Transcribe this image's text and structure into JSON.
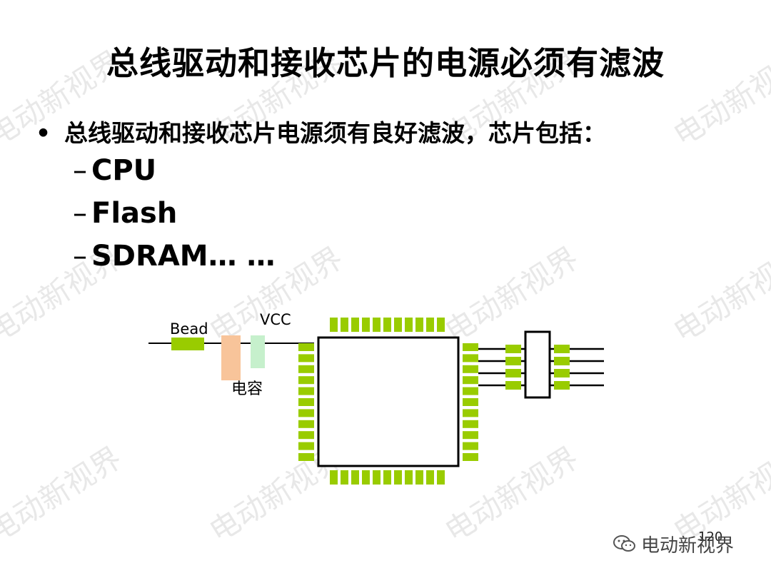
{
  "slide": {
    "title": "总线驱动和接收芯片的电源必须有滤波",
    "bullet": "总线驱动和接收芯片电源须有良好滤波，芯片包括：",
    "bullet_marker": "•",
    "dash": "–",
    "sub_items": [
      "CPU",
      "Flash",
      "SDRAM… …"
    ],
    "page_number": "120"
  },
  "diagram": {
    "bead_label": "Bead",
    "vcc_label": "VCC",
    "capacitor_label": "电容",
    "colors": {
      "pin": "#99cc00",
      "bead": "#99cc00",
      "capacitor_1": "#f8c49a",
      "capacitor_2": "#c6f0cc",
      "line": "#000000"
    }
  },
  "watermark": {
    "text": "电动新视界"
  },
  "brand": {
    "icon": "wechat-icon",
    "text": "电动新视界"
  }
}
